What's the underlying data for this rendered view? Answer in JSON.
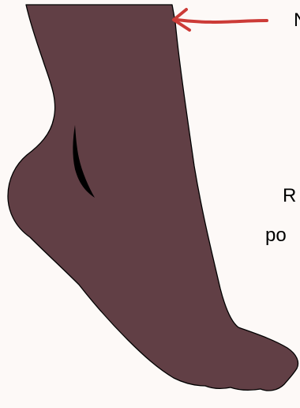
{
  "labels": {
    "top": "N",
    "middle_line_1": "R",
    "middle_line_2": "po"
  },
  "colors": {
    "background": "#fdf9f7",
    "foot_fill": "#613f45",
    "foot_outline": "#000000",
    "wound": "#000000",
    "arrow": "#cc3b37"
  },
  "icons": {
    "arrow": "pointer-arrow-icon"
  }
}
